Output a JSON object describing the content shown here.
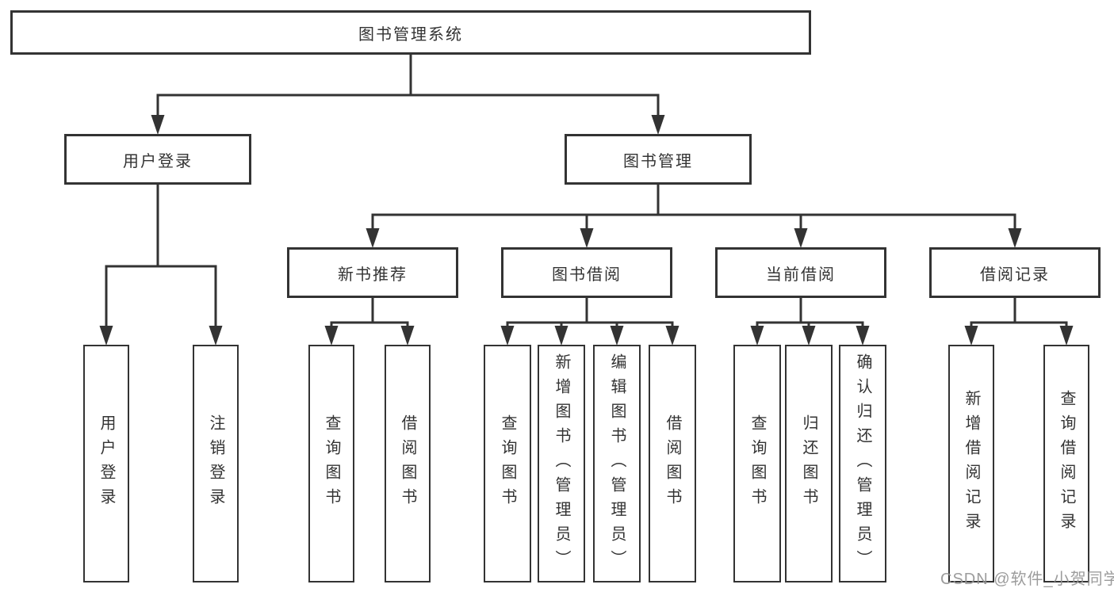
{
  "diagram": {
    "type": "hierarchy-tree",
    "colors": {
      "border": "#333333",
      "line": "#333333",
      "text": "#333333",
      "background": "#ffffff",
      "watermark": "#949494"
    }
  },
  "tree": {
    "root": {
      "label": "图书管理系统",
      "children": [
        {
          "label": "用户登录",
          "children": [
            {
              "label": "用户登录"
            },
            {
              "label": "注销登录"
            }
          ]
        },
        {
          "label": "图书管理",
          "children": [
            {
              "label": "新书推荐",
              "children": [
                {
                  "label": "查询图书"
                },
                {
                  "label": "借阅图书"
                }
              ]
            },
            {
              "label": "图书借阅",
              "children": [
                {
                  "label": "查询图书"
                },
                {
                  "label": "新增图书（管理员）"
                },
                {
                  "label": "编辑图书（管理员）"
                },
                {
                  "label": "借阅图书"
                }
              ]
            },
            {
              "label": "当前借阅",
              "children": [
                {
                  "label": "查询图书"
                },
                {
                  "label": "归还图书"
                },
                {
                  "label": "确认归还（管理员）"
                }
              ]
            },
            {
              "label": "借阅记录",
              "children": [
                {
                  "label": "新增借阅记录"
                },
                {
                  "label": "查询借阅记录"
                }
              ]
            }
          ]
        }
      ]
    }
  },
  "watermark": {
    "text": "CSDN @软件_小贺同学"
  }
}
